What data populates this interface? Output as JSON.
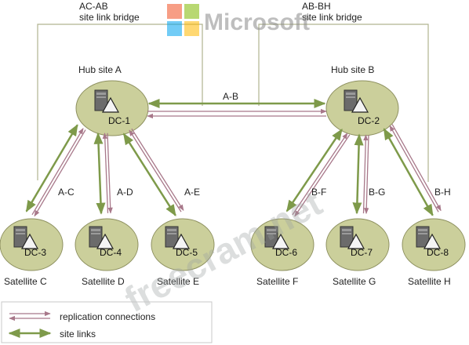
{
  "bridges": [
    {
      "id": "ac-ab",
      "line1": "AC-AB",
      "line2": "site link bridge"
    },
    {
      "id": "ab-bh",
      "line1": "AB-BH",
      "line2": "site link bridge"
    }
  ],
  "hubs": [
    {
      "id": "a",
      "site_label": "Hub site A",
      "dc": "DC-1"
    },
    {
      "id": "b",
      "site_label": "Hub site B",
      "dc": "DC-2"
    }
  ],
  "satellites": [
    {
      "id": "c",
      "dc": "DC-3",
      "label": "Satellite C",
      "link": "A-C"
    },
    {
      "id": "d",
      "dc": "DC-4",
      "label": "Satellite D",
      "link": "A-D"
    },
    {
      "id": "e",
      "dc": "DC-5",
      "label": "Satellite E",
      "link": "A-E"
    },
    {
      "id": "f",
      "dc": "DC-6",
      "label": "Satellite F",
      "link": "B-F"
    },
    {
      "id": "g",
      "dc": "DC-7",
      "label": "Satellite G",
      "link": "B-G"
    },
    {
      "id": "h",
      "dc": "DC-8",
      "label": "Satellite H",
      "link": "B-H"
    }
  ],
  "hub_link": "A-B",
  "legend": {
    "replication": "replication connections",
    "site_links": "site links"
  },
  "watermarks": {
    "logo_text": "Microsoft",
    "site_text": "freecram.net"
  },
  "colors": {
    "ellipse_fill": "#cbcf9b",
    "ellipse_stroke": "#8e9160",
    "replication": "#a8788a",
    "site_link": "#7e9a4a",
    "bridge_line": "#b0b390"
  }
}
